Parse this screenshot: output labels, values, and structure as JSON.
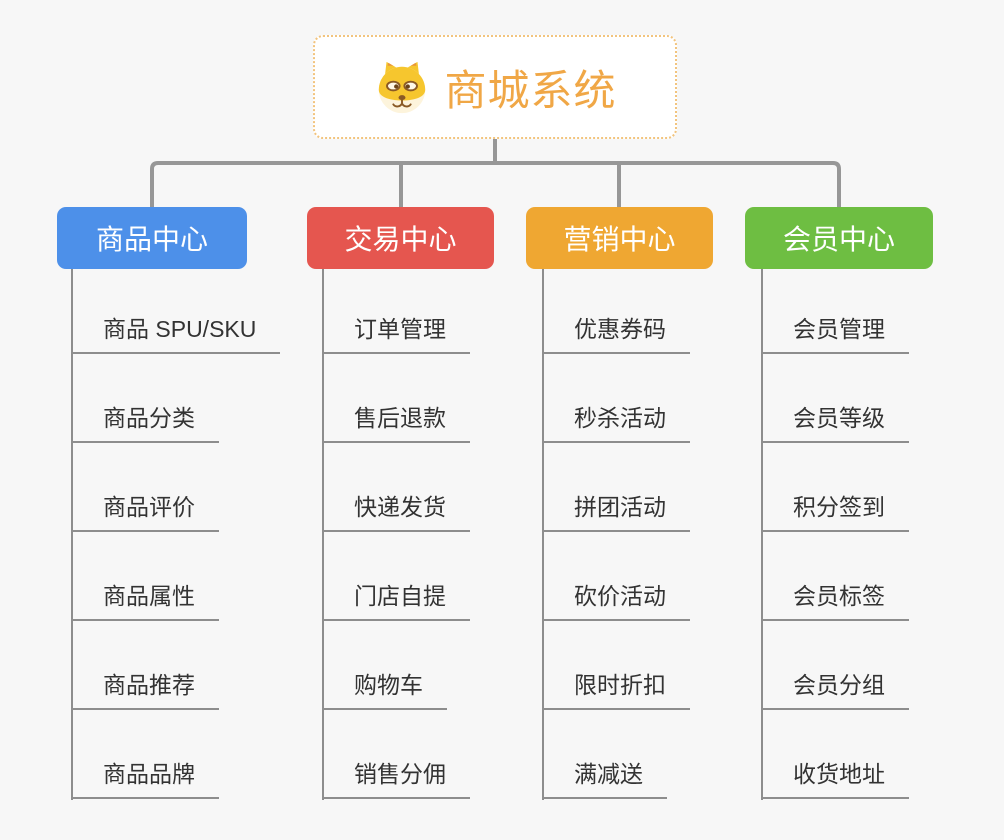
{
  "root": {
    "title": "商城系统",
    "title_color": "#f0a746",
    "border_color": "#f2c47e",
    "icon": "dog-icon"
  },
  "connector_color": "#979797",
  "branches": [
    {
      "label": "商品中心",
      "color": "#4d90e9",
      "items": [
        "商品 SPU/SKU",
        "商品分类",
        "商品评价",
        "商品属性",
        "商品推荐",
        "商品品牌"
      ]
    },
    {
      "label": "交易中心",
      "color": "#e5564f",
      "items": [
        "订单管理",
        "售后退款",
        "快递发货",
        "门店自提",
        "购物车",
        "销售分佣"
      ]
    },
    {
      "label": "营销中心",
      "color": "#efa732",
      "items": [
        "优惠券码",
        "秒杀活动",
        "拼团活动",
        "砍价活动",
        "限时折扣",
        "满减送"
      ]
    },
    {
      "label": "会员中心",
      "color": "#6ebe42",
      "items": [
        "会员管理",
        "会员等级",
        "积分签到",
        "会员标签",
        "会员分组",
        "收货地址"
      ]
    }
  ]
}
